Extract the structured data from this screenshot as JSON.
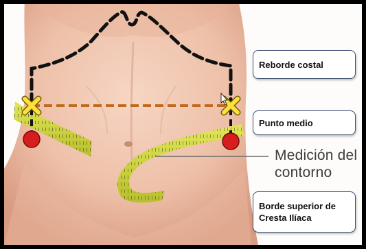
{
  "labels": {
    "reborde_costal": "Reborde costal",
    "punto_medio": "Punto medio",
    "medicion_line1": "Medición del",
    "medicion_line2": "contorno",
    "borde_superior": "Borde superior de\nCresta Ilíaca"
  },
  "colors": {
    "skin": "#f0c8b2",
    "tape": "#d2d845",
    "rib_line": "#111111",
    "mid_line": "#c06a1e",
    "marker_red": "#d61e1e",
    "marker_yellow": "#ffe03a"
  },
  "icons": {
    "left_marker": "cross-marker-icon",
    "right_marker": "cross-marker-icon",
    "left_dot": "red-dot-icon",
    "right_dot": "red-dot-icon"
  }
}
